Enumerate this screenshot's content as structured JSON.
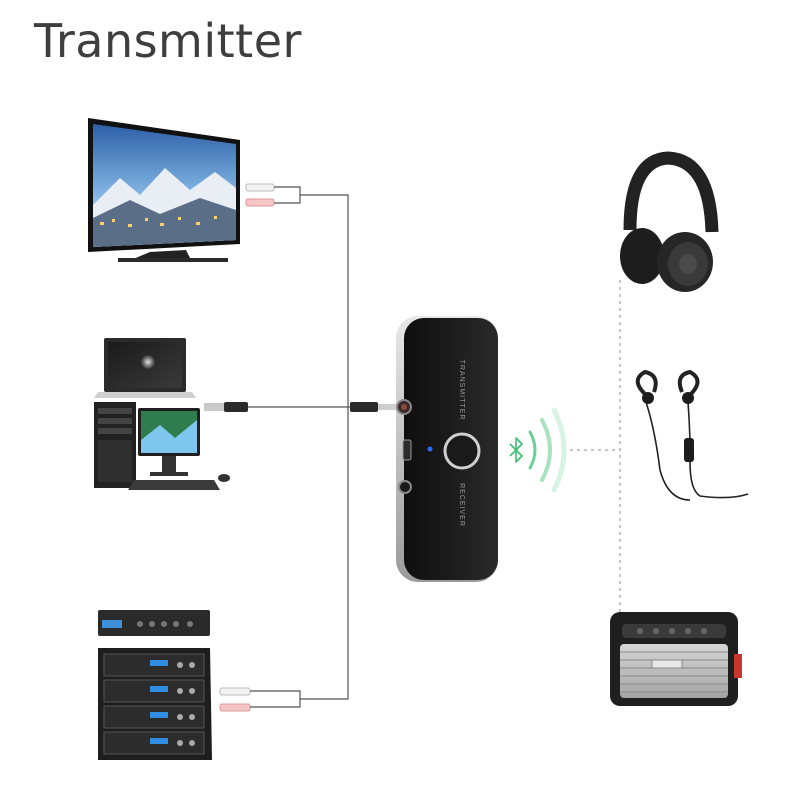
{
  "page": {
    "title": "Transmitter"
  },
  "device": {
    "side_label_top": "TRANSMITTER",
    "side_label_bottom": "RECEIVER"
  },
  "icons": {
    "bluetooth": "bluetooth-icon",
    "signal": "wireless-signal-icon"
  },
  "colors": {
    "title": "#3e3e3e",
    "device_body": "#1b1b1b",
    "device_trim": "#d9d9d9",
    "bluetooth_green": "#3dbf73",
    "led_blue": "#2a6cff",
    "wire": "#555555",
    "dotted": "#b5b5b5"
  }
}
